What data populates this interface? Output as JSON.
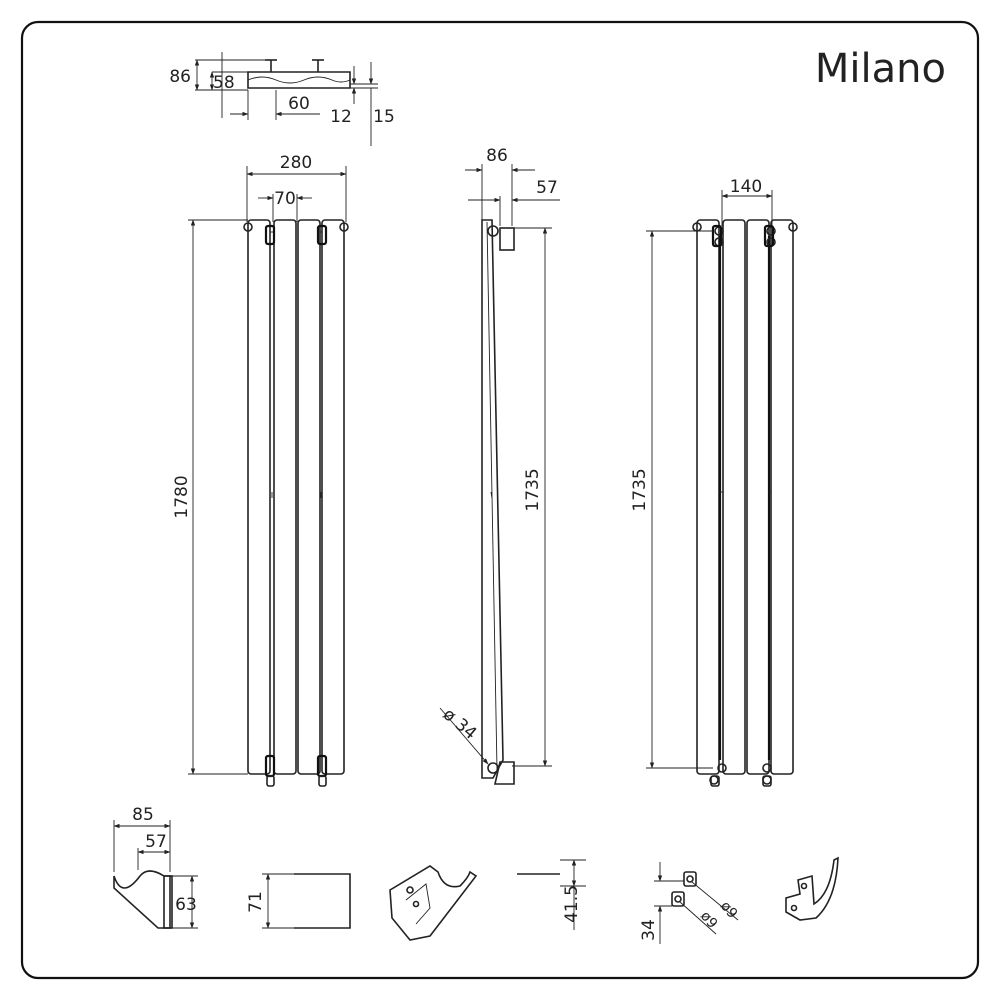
{
  "title": "Milano",
  "top_view": {
    "d_86": "86",
    "d_58": "58",
    "d_60": "60",
    "d_12": "12",
    "d_15": "15"
  },
  "front_view": {
    "width": "280",
    "spacing": "70",
    "height": "1780"
  },
  "side_view": {
    "depth": "86",
    "offset": "57",
    "height": "1735",
    "pipe": "ø 34"
  },
  "back_view": {
    "spacing": "140",
    "height": "1735"
  },
  "bracket_a": {
    "width": "85",
    "inner": "57",
    "height": "63"
  },
  "bracket_b": {
    "height": "71"
  },
  "bracket_d": {
    "height": "41.5"
  },
  "bracket_e": {
    "height": "34",
    "hole_a": "ø9",
    "hole_b": "ø9"
  },
  "colors": {
    "line": "#222222",
    "frame": "#111111",
    "background": "#ffffff"
  }
}
